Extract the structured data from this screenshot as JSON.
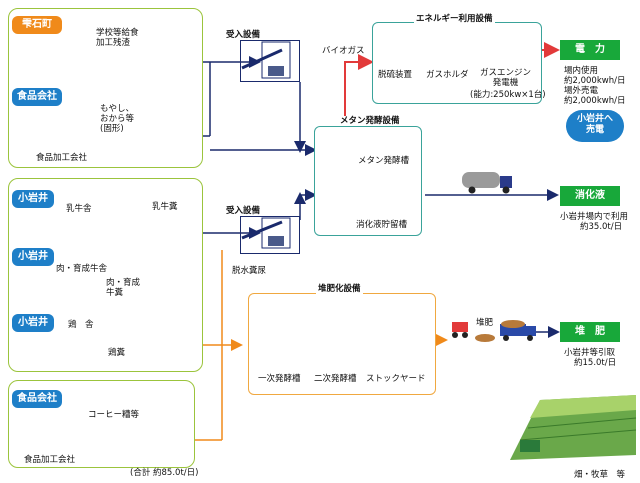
{
  "sources": {
    "shizukuishi": {
      "tag": "雫石町",
      "desc": "学校等給食\n加工残渣"
    },
    "food1": {
      "tag": "食品会社",
      "desc": "もやし、\nおから等\n(固形)",
      "factory": "食品加工会社"
    },
    "koiwai_dairy": {
      "tag": "小岩井",
      "barn": "乳牛舎",
      "manure": "乳牛糞"
    },
    "koiwai_beef": {
      "tag": "小岩井",
      "barn": "肉・育成牛舎",
      "manure": "肉・育成\n牛糞"
    },
    "koiwai_poultry": {
      "tag": "小岩井",
      "barn": "鶏　舎",
      "manure": "鶏糞"
    },
    "food2": {
      "tag": "食品会社",
      "desc": "コーヒー糟等",
      "factory": "食品加工会社"
    },
    "total": "(合計 約85.0t/日)"
  },
  "facilities": {
    "receive1": "受入設備",
    "receive2": "受入設備",
    "dewater": "脱水糞尿",
    "methane": {
      "title": "メタン発酵設備",
      "tank1": "メタン発酵槽",
      "tank2": "消化液貯留槽"
    },
    "energy": {
      "title": "エネルギー利用設備",
      "biogas": "バイオガス",
      "desulf": "脱硫装置",
      "holder": "ガスホルダ",
      "engine": "ガスエンジン\n発電機",
      "capacity": "(能力:250kw×1台)"
    },
    "compost": {
      "title": "堆肥化設備",
      "t1": "一次発酵槽",
      "t2": "二次発酵槽",
      "stock": "ストックヤード",
      "pile": "堆肥"
    }
  },
  "outputs": {
    "power": {
      "label": "電　力",
      "lines": [
        "場内使用",
        "約2,000kwh/日",
        "場外売電",
        "約2,000kwh/日"
      ],
      "sale": "小岩井へ\n売電"
    },
    "digestate": {
      "label": "消化液",
      "lines": [
        "小岩井場内で利用",
        "約35.0t/日"
      ]
    },
    "compost": {
      "label": "堆　肥",
      "lines": [
        "小岩井等引取",
        "約15.0t/日"
      ],
      "use": "畑・牧草　等"
    }
  },
  "colors": {
    "panel_green": "#9bc43c",
    "teal": "#3aa39a",
    "orange": "#f08a1a",
    "blue": "#1e7fc8",
    "red": "#e23a3a",
    "navy": "#1a2a6c",
    "out_green": "#18a83a"
  }
}
